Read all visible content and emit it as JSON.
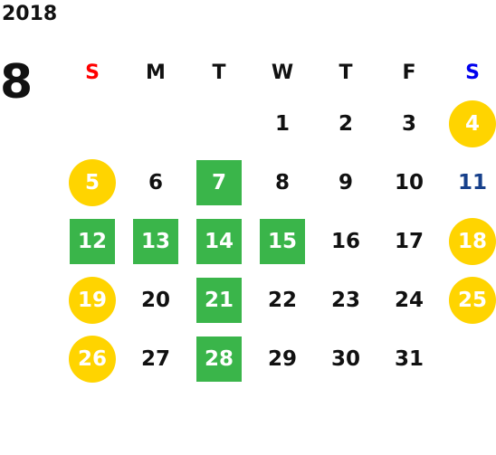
{
  "year": "2018",
  "month": "8",
  "weekdays": [
    "S",
    "M",
    "T",
    "W",
    "T",
    "F",
    "S"
  ],
  "colors": {
    "sunday": "#ff0000",
    "saturday": "#0000ee",
    "holiday_circle": "#ffd400",
    "event_square": "#3ab54a",
    "day_11": "#17408b"
  },
  "weeks": [
    [
      {
        "day": ""
      },
      {
        "day": ""
      },
      {
        "day": ""
      },
      {
        "day": "1"
      },
      {
        "day": "2"
      },
      {
        "day": "3"
      },
      {
        "day": "4",
        "style": "holiday"
      }
    ],
    [
      {
        "day": "5",
        "style": "holiday"
      },
      {
        "day": "6"
      },
      {
        "day": "7",
        "style": "event"
      },
      {
        "day": "8"
      },
      {
        "day": "9"
      },
      {
        "day": "10"
      },
      {
        "day": "11",
        "style": "sat-blue"
      }
    ],
    [
      {
        "day": "12",
        "style": "event"
      },
      {
        "day": "13",
        "style": "event"
      },
      {
        "day": "14",
        "style": "event"
      },
      {
        "day": "15",
        "style": "event"
      },
      {
        "day": "16"
      },
      {
        "day": "17"
      },
      {
        "day": "18",
        "style": "holiday"
      }
    ],
    [
      {
        "day": "19",
        "style": "holiday"
      },
      {
        "day": "20"
      },
      {
        "day": "21",
        "style": "event"
      },
      {
        "day": "22"
      },
      {
        "day": "23"
      },
      {
        "day": "24"
      },
      {
        "day": "25",
        "style": "holiday"
      }
    ],
    [
      {
        "day": "26",
        "style": "holiday"
      },
      {
        "day": "27"
      },
      {
        "day": "28",
        "style": "event"
      },
      {
        "day": "29"
      },
      {
        "day": "30"
      },
      {
        "day": "31"
      },
      {
        "day": ""
      }
    ]
  ]
}
